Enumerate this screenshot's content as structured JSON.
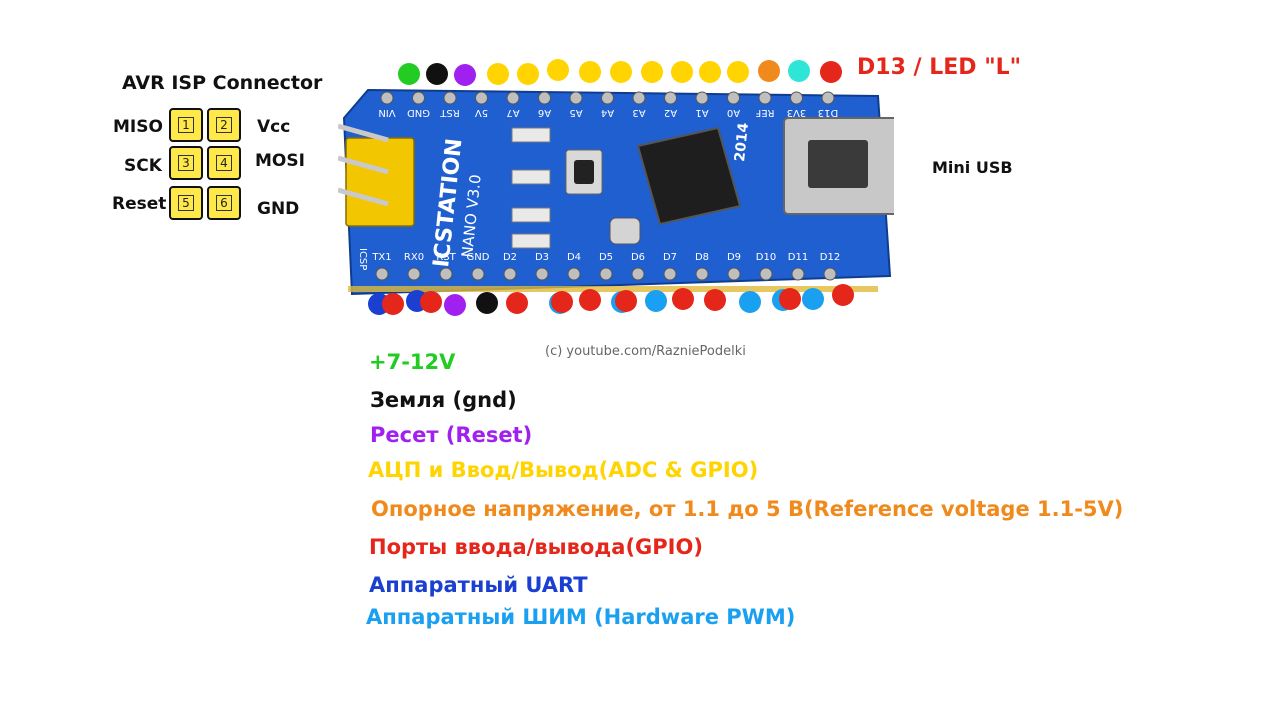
{
  "isp": {
    "title": "AVR ISP Connector",
    "left_labels": [
      "MISO",
      "SCK",
      "Reset"
    ],
    "right_labels": [
      "Vcc",
      "MOSI",
      "GND"
    ],
    "pins": [
      "1",
      "2",
      "3",
      "4",
      "5",
      "6"
    ]
  },
  "board": {
    "brand": "ICSTATION",
    "model": "NANO V3.0",
    "year": "2014",
    "top_pins": [
      "D13",
      "3V3",
      "REF",
      "A0",
      "A1",
      "A2",
      "A3",
      "A4",
      "A5",
      "A6",
      "A7",
      "5V",
      "RST",
      "GND",
      "VIN"
    ],
    "bottom_pins": [
      "TX1",
      "RX0",
      "RST",
      "GND",
      "D2",
      "D3",
      "D4",
      "D5",
      "D6",
      "D7",
      "D8",
      "D9",
      "D10",
      "D11",
      "D12"
    ],
    "icsp_label": "ICSP"
  },
  "colors": {
    "green": "#22cc22",
    "black": "#111111",
    "purple": "#a020f0",
    "yellow": "#ffd400",
    "orange": "#f08a1c",
    "cyan": "#2ee6d6",
    "red": "#e5261b",
    "dark_blue": "#1a3fd1",
    "light_blue": "#1aa0f0"
  },
  "top_dots": [
    "green",
    "black",
    "purple",
    "yellow",
    "yellow",
    "yellow",
    "yellow",
    "yellow",
    "yellow",
    "yellow",
    "yellow",
    "yellow",
    "orange",
    "cyan",
    "red"
  ],
  "bottom_dots": [
    "dark_blue",
    "red",
    "dark_blue",
    "red",
    "purple",
    "black",
    "red",
    "light_blue",
    "red",
    "red",
    "light_blue",
    "red",
    "light_blue",
    "red",
    "red",
    "light_blue",
    "light_blue",
    "red",
    "light_blue",
    "red"
  ],
  "annotations": {
    "d13_led": "D13 / LED \"L\"",
    "mini_usb": "Mini USB",
    "credit": "(c) youtube.com/RazniePodelki"
  },
  "legend": [
    {
      "text": "+7-12V",
      "color": "green"
    },
    {
      "text": "Земля (gnd)",
      "color": "black"
    },
    {
      "text": "Ресет (Reset)",
      "color": "purple"
    },
    {
      "text": "АЦП и Ввод/Вывод(ADC & GPIO)",
      "color": "yellow"
    },
    {
      "text": "Опорное напряжение, от 1.1 до 5 В(Reference voltage 1.1-5V)",
      "color": "orange"
    },
    {
      "text": "Порты ввода/вывода(GPIO)",
      "color": "red"
    },
    {
      "text": "Аппаратный UART",
      "color": "dark_blue"
    },
    {
      "text": "Аппаратный ШИМ (Hardware PWM)",
      "color": "light_blue"
    }
  ]
}
